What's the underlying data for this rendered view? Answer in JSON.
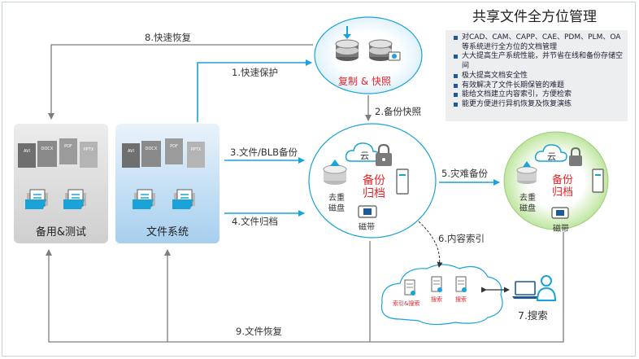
{
  "title": "共享文件全方位管理",
  "features": [
    "对CAD、CAM、CAPP、CAE、PDM、PLM、OA等系统进行全方位的文档管理",
    "大大提高生产系统性能，并节省在线和备份存储空间",
    "极大提高文档安全性",
    "有效解决了文件长期保管的难题",
    "能给文档建立内容索引，方便检索",
    "能更方便进行异机恢复及恢复演练"
  ],
  "flows": {
    "f1": "1.快速保护",
    "f2": "2.备份快照",
    "f3": "3.文件/BLB备份",
    "f4": "4.文件归档",
    "f5": "5.灾难备份",
    "f6": "6.内容索引",
    "f7": "7.搜索",
    "f8": "8.快速恢复",
    "f9": "9.文件恢复"
  },
  "snapshot_label": "复制 & 快照",
  "boxes": {
    "backup_test": "备用&测试",
    "file_system": "文件系统"
  },
  "doc_types": [
    "AVI",
    "DOCX",
    "PDF",
    "PPTX"
  ],
  "center": {
    "cloud": "云",
    "dedup": "去重\n磁盘",
    "archive": "备份\n归档",
    "tape": "磁带"
  },
  "dr": {
    "cloud": "云",
    "dedup": "去重\n磁盘",
    "archive": "备份\n归档",
    "tape": "磁带"
  },
  "index_cloud": {
    "items": [
      "索引&搜索",
      "搜索",
      "搜索"
    ]
  },
  "colors": {
    "accent_blue": "#1aa3d9",
    "arrow_gray": "#7d7d7d",
    "red_text": "#e8242a",
    "dark_blue": "#1d5a96"
  }
}
